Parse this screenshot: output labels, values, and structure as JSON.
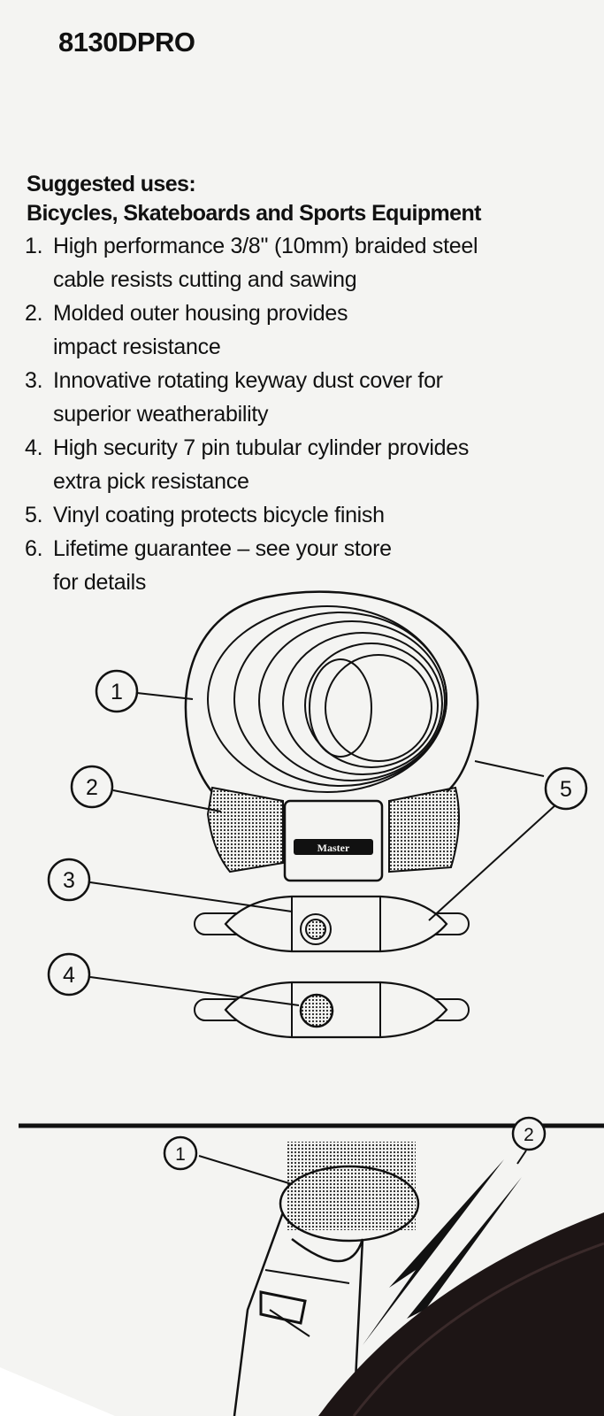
{
  "model": "8130DPRO",
  "heading": "Suggested uses:",
  "subheading": "Bicycles, Skateboards and Sports Equipment",
  "features": [
    {
      "num": "1.",
      "lines": [
        "High performance 3/8'' (10mm) braided steel",
        "cable resists cutting and sawing"
      ]
    },
    {
      "num": "2.",
      "lines": [
        "Molded outer housing provides",
        "impact resistance"
      ]
    },
    {
      "num": "3.",
      "lines": [
        "Innovative rotating keyway dust cover for",
        "superior weatherability"
      ]
    },
    {
      "num": "4.",
      "lines": [
        "High security 7 pin tubular cylinder provides",
        "extra pick resistance"
      ]
    },
    {
      "num": "5.",
      "lines": [
        "Vinyl coating protects bicycle finish"
      ]
    },
    {
      "num": "6.",
      "lines": [
        "Lifetime guarantee – see your store",
        "for details"
      ]
    }
  ],
  "diagram_callouts": [
    "1",
    "2",
    "3",
    "4",
    "5"
  ],
  "lock_brand": "Master",
  "bottom_callouts": [
    "1",
    "2"
  ]
}
